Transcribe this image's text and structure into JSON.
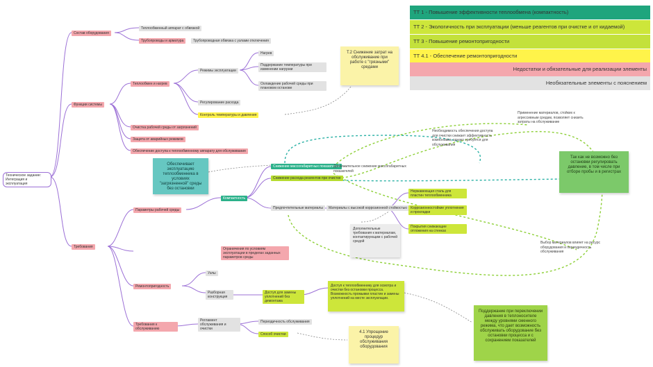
{
  "root": {
    "label": "Техническое задание: Интеграция и эксплуатация"
  },
  "legend": [
    {
      "label": "ТТ 1 - Повышение эффективности теплообмена (компактность)",
      "color": "#1fa57d"
    },
    {
      "label": "ТТ 2 - Экологичность при эксплуатации (меньше реагентов при очистке и от кидаемой)",
      "color": "#cde63a"
    },
    {
      "label": "ТТ 3 - Повышение ремонтопригодности",
      "color": "#c3e13b"
    },
    {
      "label": "ТТ 4.1 - Обеспечение ремонтопригодности",
      "color": "#fff34a"
    },
    {
      "label": "Недостатки и обязательные для реализации элементы",
      "color": "#f4a7ad"
    },
    {
      "label": "Необязательные элементы с пояснением",
      "color": "#e2e2e2"
    }
  ],
  "branches": {
    "a": {
      "label": "Состав оборудования",
      "child1": "Теплообменный аппарат с обвязкой",
      "child2": "Трубопроводы и арматура",
      "child2_note": "Трубопроводная обвязка с узлами отключения"
    },
    "b": {
      "label": "Функции системы",
      "c1": {
        "label": "Теплообмен и нагрев",
        "sub": "Режимы эксплуатации",
        "leaves": [
          "Нагрев",
          "Поддержание температуры при изменении нагрузки",
          "Охлаждение рабочей среды при плановом останове"
        ]
      },
      "c2": "Регулирование расхода",
      "c3": "Контроль температуры и давления",
      "c4": "Очистка рабочей среды от загрязнений",
      "c5": "Защита от аварийных режимов",
      "c6": "Обеспечение доступа к теплообменному аппарату для обслуживания"
    },
    "c": {
      "label": "Требования",
      "c1": {
        "label": "Параметры рабочей среды",
        "teal": "Компактность",
        "g1": "Снижение массогабаритных показателей",
        "g2": "Снижение расхода реагентов при очистке",
        "g3": "Предпочтительные материалы",
        "g3_note": "Материалы с высокой коррозионной стойкостью",
        "lime": [
          "Нержавеющая сталь для пластин теплообменника",
          "Коррозионностойкие уплотнения и прокладки",
          "Покрытия снижающие отложения на стенках"
        ]
      },
      "c2": "Ограничения по условиям эксплуатации в пределах заданных параметров среды",
      "c3": {
        "label": "Ремонтопригодность",
        "s1": "Узлы",
        "s2": "Разборная конструкция",
        "lime": "Доступ для замены уплотнений без демонтажа"
      },
      "c4": {
        "label": "Требования к обслуживанию",
        "s1": "Периодичность обслуживания",
        "s2": "Способ очистки",
        "mid": "Регламент обслуживания и очистки"
      }
    }
  },
  "stickies": {
    "yellow1": "Т.2 Снижение затрат на обслуживание при работе с \"грязными\" средами",
    "teal1": "Обеспечивает эксплуатацию теплообменника в условиях \"загрязненной\" среды без остановки",
    "green1": "Так как не возможно без остановки регулировать давление, в том числе при отборе пробы и в регистрах",
    "green2": "Поддержание при переключении давления в теплоносителе между уровнями сменного режима, что дает возможность обслуживать оборудование без остановки процесса и с сохранением показателей",
    "yellow2": "4.1 Упрощение процедур обслуживания оборудования",
    "lime_box": "Доступ к теплообменнику для осмотра и очистки без остановки процесса. Возможность промывки пластин и замены уплотнений на месте эксплуатации.",
    "grey_box": "Дополнительные требования к материалам, контактирующим с рабочей средой"
  },
  "notes": {
    "n1": "Применение материалов, стойких к агрессивным средам, позволяет снизить затраты на обслуживание",
    "n2": "Необходимость обеспечения доступа для очистки снижает эффективность компоновки, однако требуется для обслуживания",
    "n3": "Выбор материалов влияет на ресурс оборудования и периодичность обслуживания",
    "n4": "Дополнительное снижение массогабаритных показателей"
  },
  "colors": {
    "purple": "#9b6fd6",
    "green": "#8ccf35",
    "teal": "#2bb1a5",
    "grey": "#777777"
  }
}
